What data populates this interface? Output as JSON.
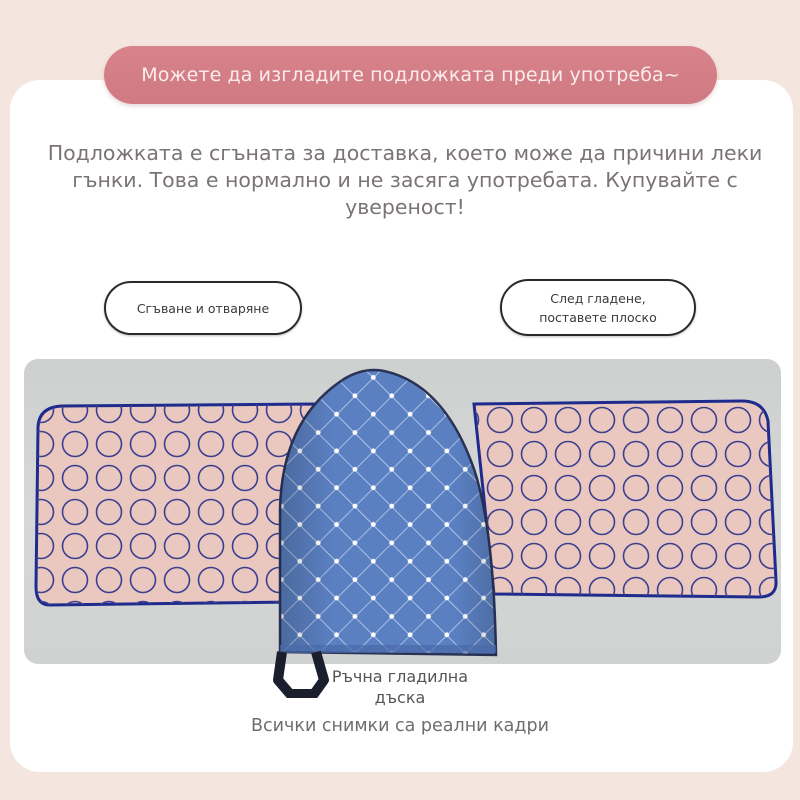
{
  "banner": {
    "title": "Можете да изгладите подложката преди употреба~"
  },
  "description": {
    "text": "Подложката е сгъната за доставка, което може да причини леки гънки. Това е нормално и не засяга употребата. Купувайте с увереност!"
  },
  "tags": {
    "left": "Сгъване и отваряне",
    "right_line1": "След гладене,",
    "right_line2": "поставете плоско"
  },
  "photo": {
    "items": [
      "ironing-pad-circle-pattern",
      "handheld-ironing-mitt"
    ],
    "colors": {
      "pad_fill": "#e9c6bd",
      "pad_border": "#1c2a8a",
      "mitt_blue": "#5a7fc0",
      "backdrop": "#d2d5d4"
    }
  },
  "captions": {
    "mitt_label_line1": "Ръчна гладилна",
    "mitt_label_line2": "дъска",
    "real_photos": "Всички снимки са реални кадри"
  },
  "colors": {
    "page_background": "#f4e6de",
    "card_background": "#ffffff",
    "banner_pill": "#d47f87",
    "banner_text": "#fbecec",
    "body_text": "#7a7474"
  }
}
